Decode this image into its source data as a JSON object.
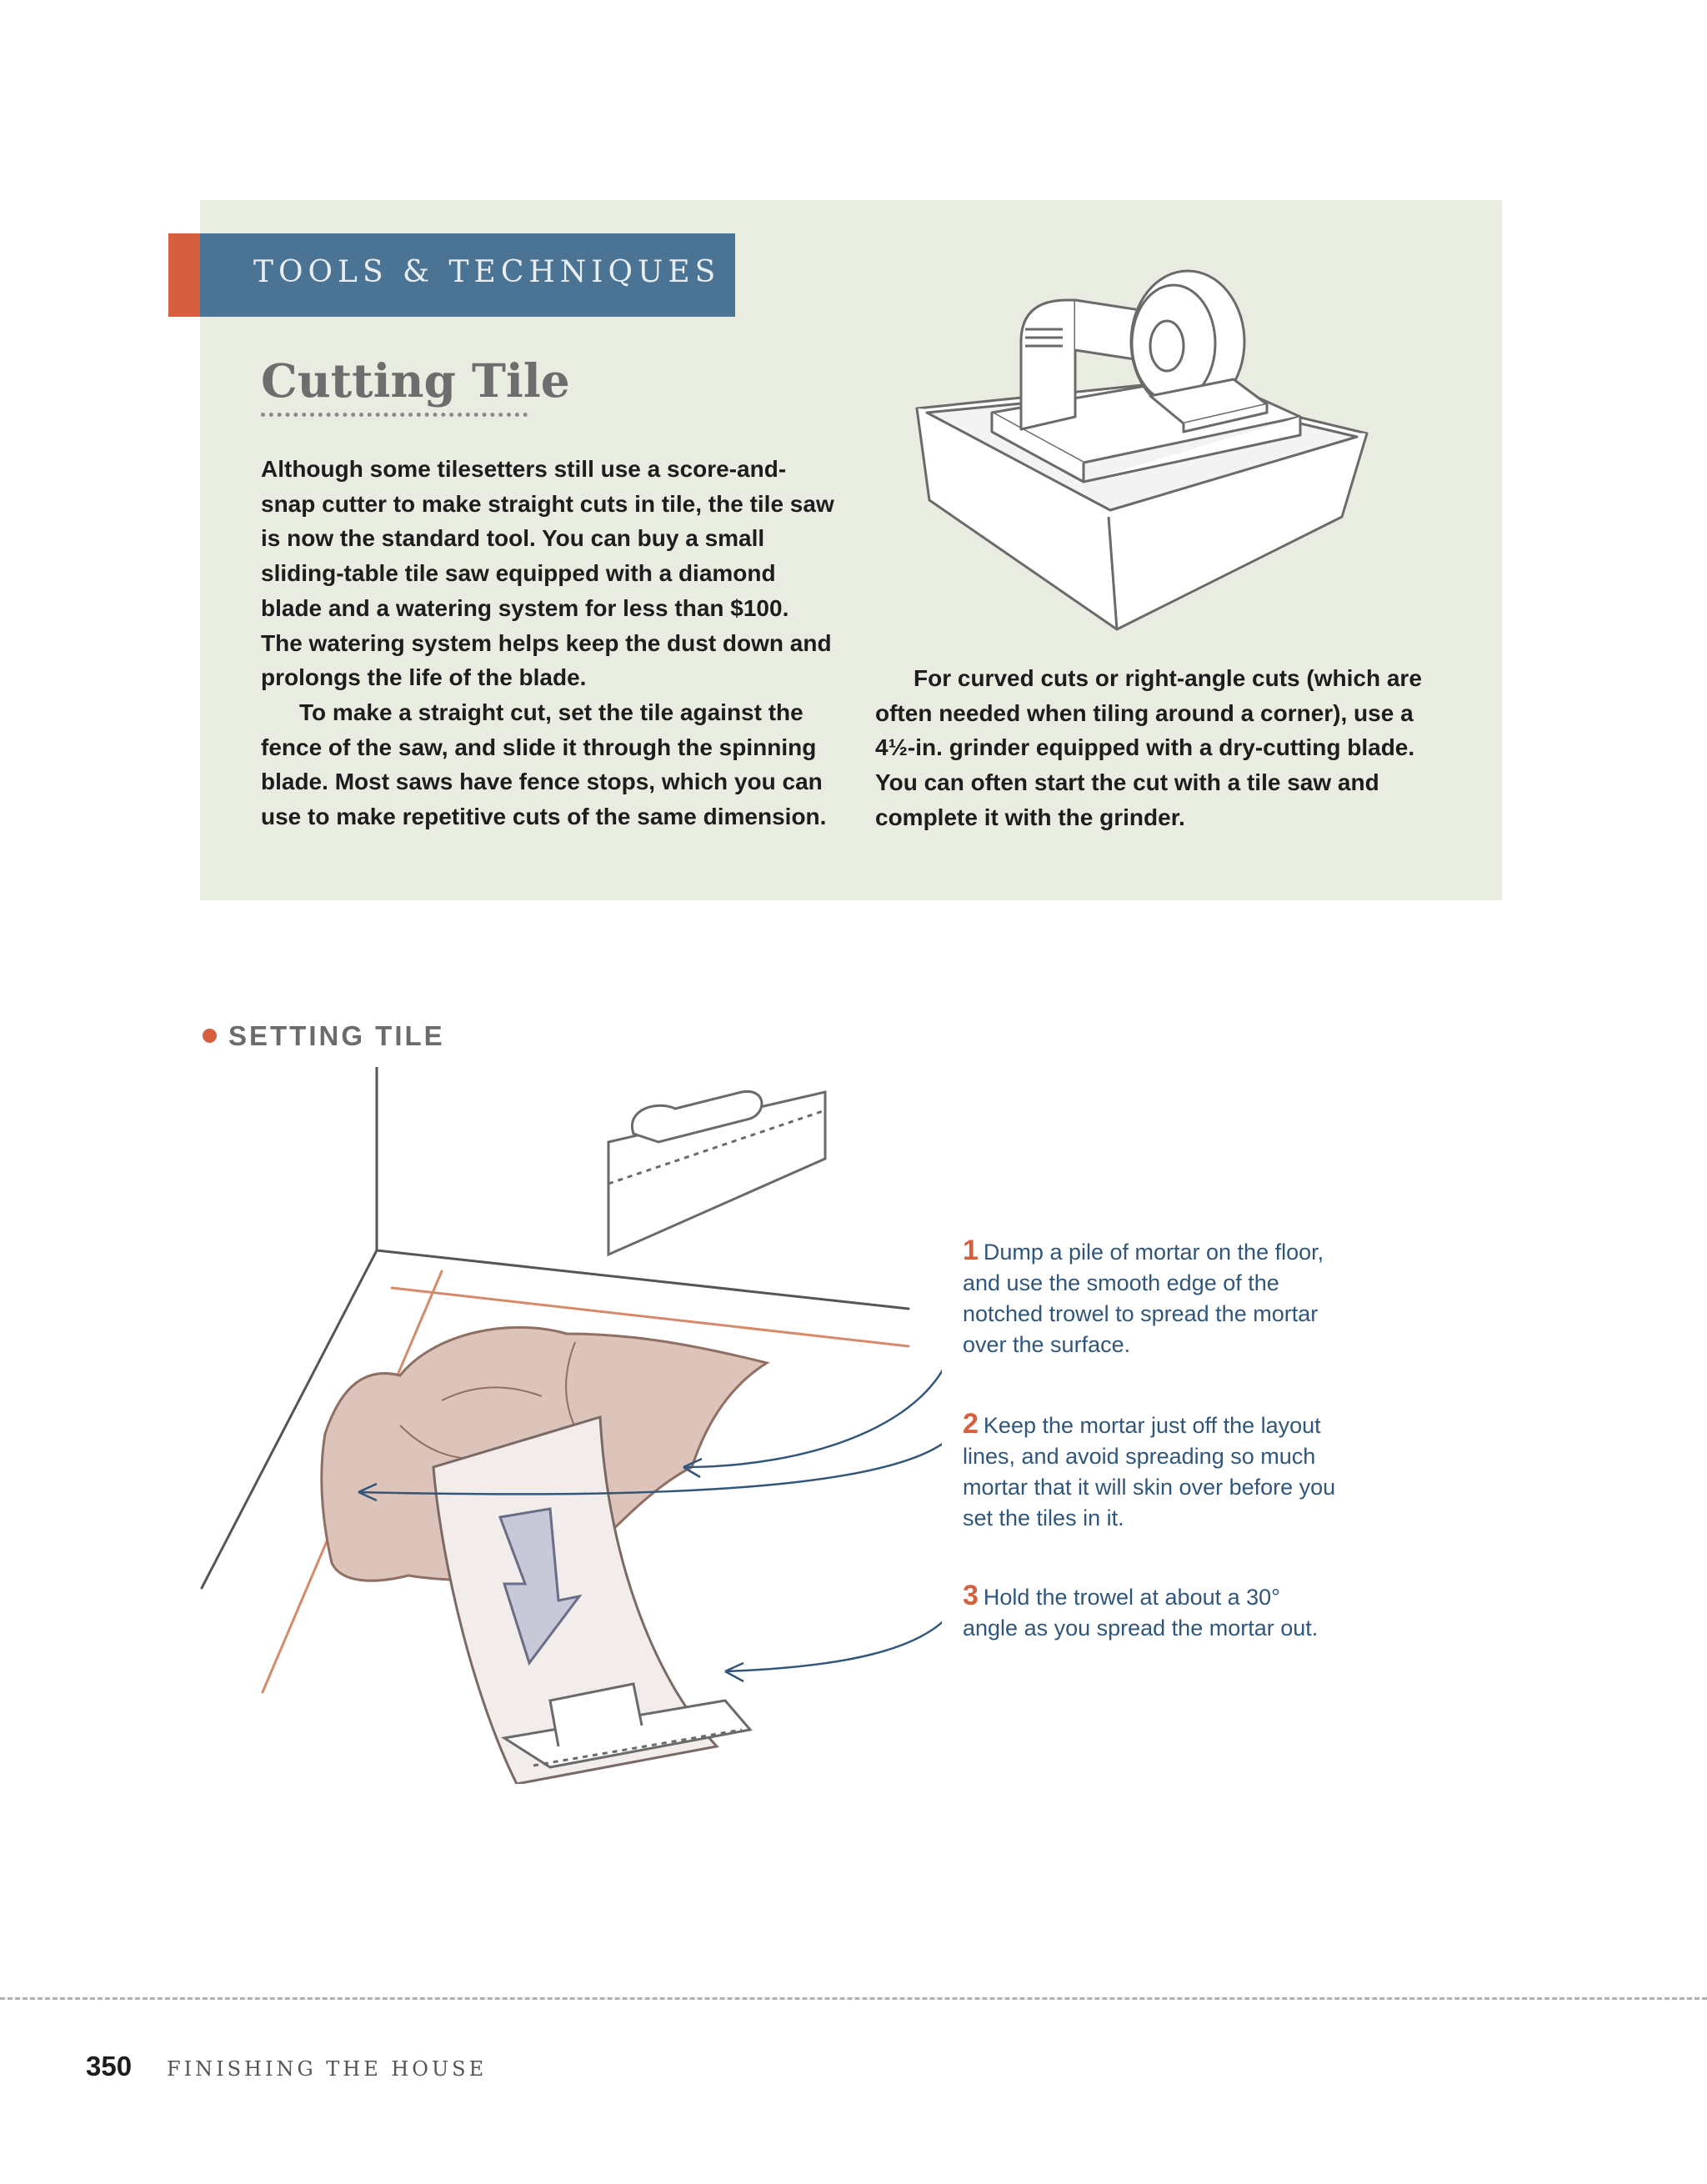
{
  "sidebar": {
    "label": "TOOLS & TECHNIQUES",
    "title": "Cutting Tile",
    "left_paragraphs": [
      "Although some tilesetters still use a score-and-snap cutter to make straight cuts in tile, the tile saw is now the standard tool. You can buy a small sliding-table tile saw equipped with a diamond blade and a watering system for less than $100. The watering system helps keep the dust down and prolongs the life of the blade.",
      "To make a straight cut, set the tile against the fence of the saw, and slide it through the spinning blade. Most saws have fence stops, which you can use to make repetitive cuts of the same dimension."
    ],
    "right_paragraph": "For curved cuts or right-angle cuts (which are often needed when tiling around a corner), use a 4½-in. grinder equipped with a dry-cutting blade. You can often start the cut with a tile saw and complete it with the grinder."
  },
  "section": {
    "heading": "SETTING TILE",
    "steps": [
      {
        "num": "1",
        "text": "Dump a pile of mortar on the floor, and use the smooth edge of the notched trowel to spread the mortar over the surface."
      },
      {
        "num": "2",
        "text": "Keep the mortar just off the layout lines, and avoid spreading so much mortar that it will skin over before you set the tiles in it."
      },
      {
        "num": "3",
        "text": "Hold the trowel at about a 30° angle as you spread the mortar out."
      }
    ]
  },
  "footer": {
    "page_number": "350",
    "running_head": "FINISHING THE HOUSE"
  },
  "colors": {
    "accent": "#d55f3e",
    "label_bar": "#4a7394",
    "panel": "#e9ece0",
    "callout_text": "#30567a"
  }
}
